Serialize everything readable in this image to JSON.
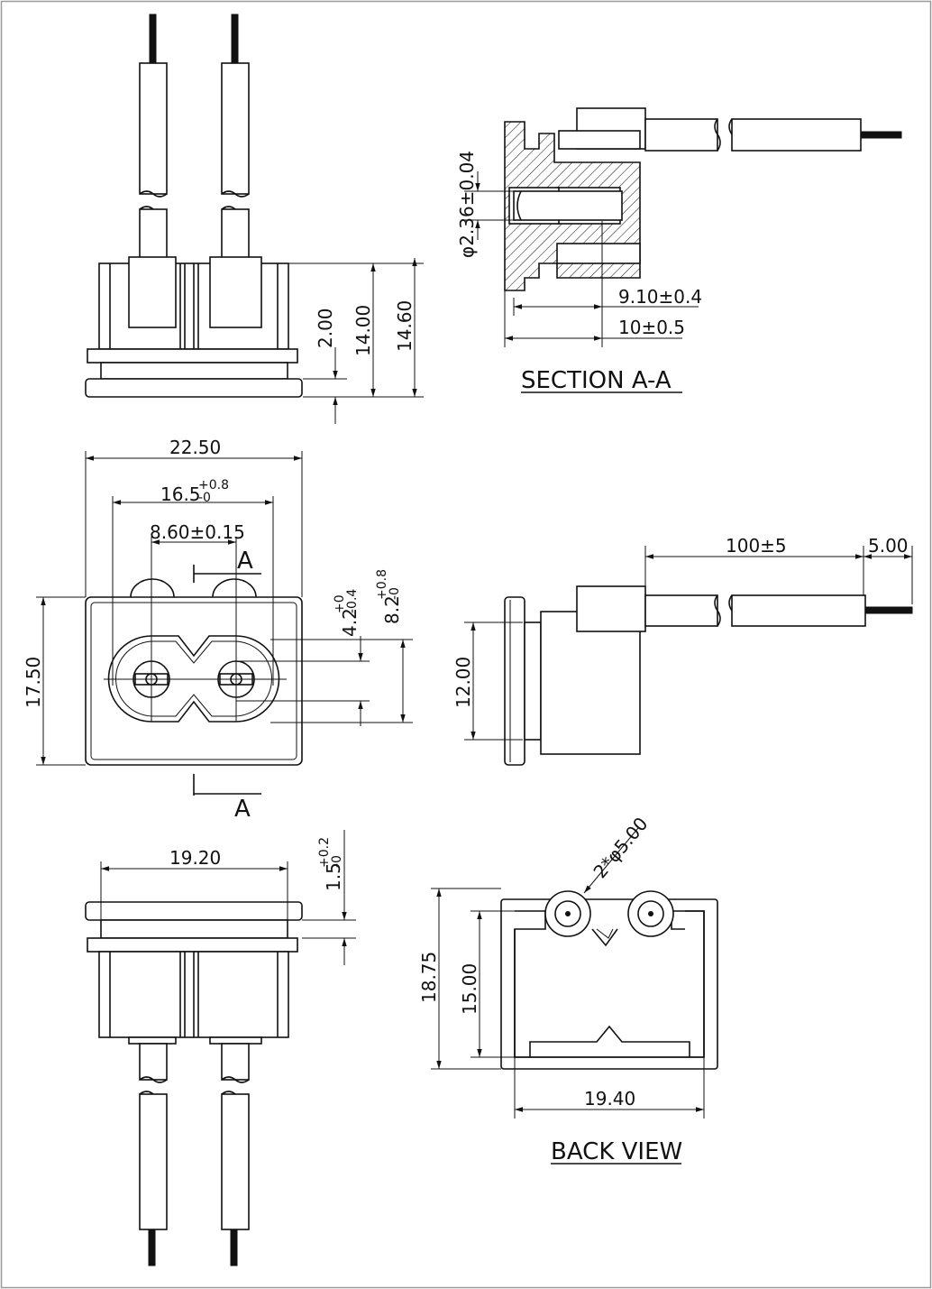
{
  "labels": {
    "section_title": "SECTION A-A",
    "back_title": "BACK VIEW",
    "section_marker": "A"
  },
  "dimensions": {
    "d_2_00": "2.00",
    "d_14_00": "14.00",
    "d_14_60": "14.60",
    "d_diameter": "φ2.36±0.04",
    "d_9_10": "9.10±0.4",
    "d_10": "10±0.5",
    "d_22_50": "22.50",
    "d_16_5": "16.5",
    "d_16_5_tol_plus": "+0.8",
    "d_16_5_tol_minus": "-0",
    "d_8_60": "8.60±0.15",
    "d_4_2": "4.2",
    "d_4_2_tol_plus": "+0",
    "d_4_2_tol_minus": "-0.4",
    "d_8_2": "8.2",
    "d_8_2_tol_plus": "+0.8",
    "d_8_2_tol_minus": "-0",
    "d_17_50": "17.50",
    "d_100": "100±5",
    "d_5_00": "5.00",
    "d_12_00": "12.00",
    "d_19_20": "19.20",
    "d_1_5": "1.5",
    "d_1_5_tol_plus": "+0.2",
    "d_1_5_tol_minus": "-0",
    "d_2x5": "2*φ5.00",
    "d_18_75": "18.75",
    "d_15_00": "15.00",
    "d_19_40": "19.40"
  }
}
